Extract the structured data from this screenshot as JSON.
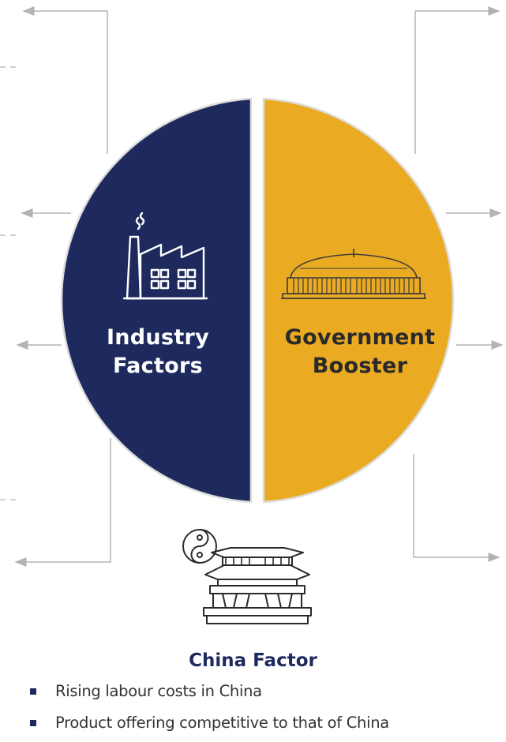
{
  "diagram": {
    "left_half": {
      "label_line1": "Industry",
      "label_line2": "Factors",
      "color": "#1e2a5e",
      "icon": "factory-icon"
    },
    "right_half": {
      "label_line1": "Government",
      "label_line2": "Booster",
      "color": "#eaab23",
      "icon": "parliament-icon"
    },
    "bottom": {
      "icon": "chinese-temple-yin-yang-icon",
      "title": "China Factor",
      "points": [
        "Rising labour costs in China",
        "Product offering competitive to that of China"
      ]
    },
    "connector_color": "#b3b3b3"
  }
}
